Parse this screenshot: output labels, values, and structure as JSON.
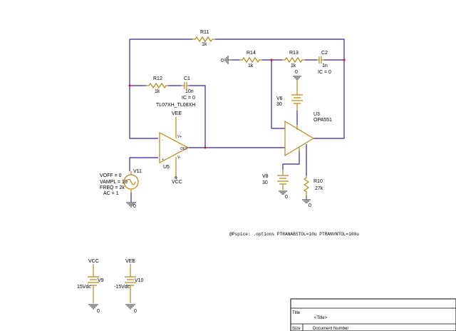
{
  "components": {
    "r11": {
      "ref": "R11",
      "value": "1k"
    },
    "r12": {
      "ref": "R12",
      "value": "1k"
    },
    "c1": {
      "ref": "C1",
      "value": "10n",
      "ic": "IC = 0"
    },
    "r14": {
      "ref": "R14",
      "value": "1k"
    },
    "r13": {
      "ref": "R13",
      "value": "1k"
    },
    "c2": {
      "ref": "C2",
      "value": "1n",
      "ic": "IC = 0"
    },
    "u5": {
      "ref": "U5",
      "model": "TL07XH_TL08XH",
      "out_pin": "OUT",
      "plus_pin": "+",
      "minus_pin": "-",
      "vpos": "V+",
      "vneg": "V-"
    },
    "u3": {
      "ref": "U3",
      "model": "OPA551"
    },
    "v6": {
      "ref": "V6",
      "value": "30"
    },
    "v8": {
      "ref": "V8",
      "value": "30"
    },
    "r10": {
      "ref": "R10",
      "value": "27k"
    },
    "v11": {
      "ref": "V11",
      "voff": "VOFF = 0",
      "vampl": "VAMPL = 16",
      "freq": "FREQ = 2k",
      "ac": "AC = 1"
    },
    "v9": {
      "ref": "V9",
      "value": "15Vdc",
      "net": "VCC"
    },
    "v10": {
      "ref": "V10",
      "value": "-15Vdc",
      "net": "VEE"
    }
  },
  "nets": {
    "vee": "VEE",
    "vcc": "VCC",
    "ground": "0"
  },
  "directive": "@Pspice: .options PTRANABSTOL=10u PTRANVNTOL=100u",
  "title_block": {
    "title_label": "Title",
    "title_value": "<Title>",
    "size_label": "Size",
    "doc_label": "Document Number"
  }
}
